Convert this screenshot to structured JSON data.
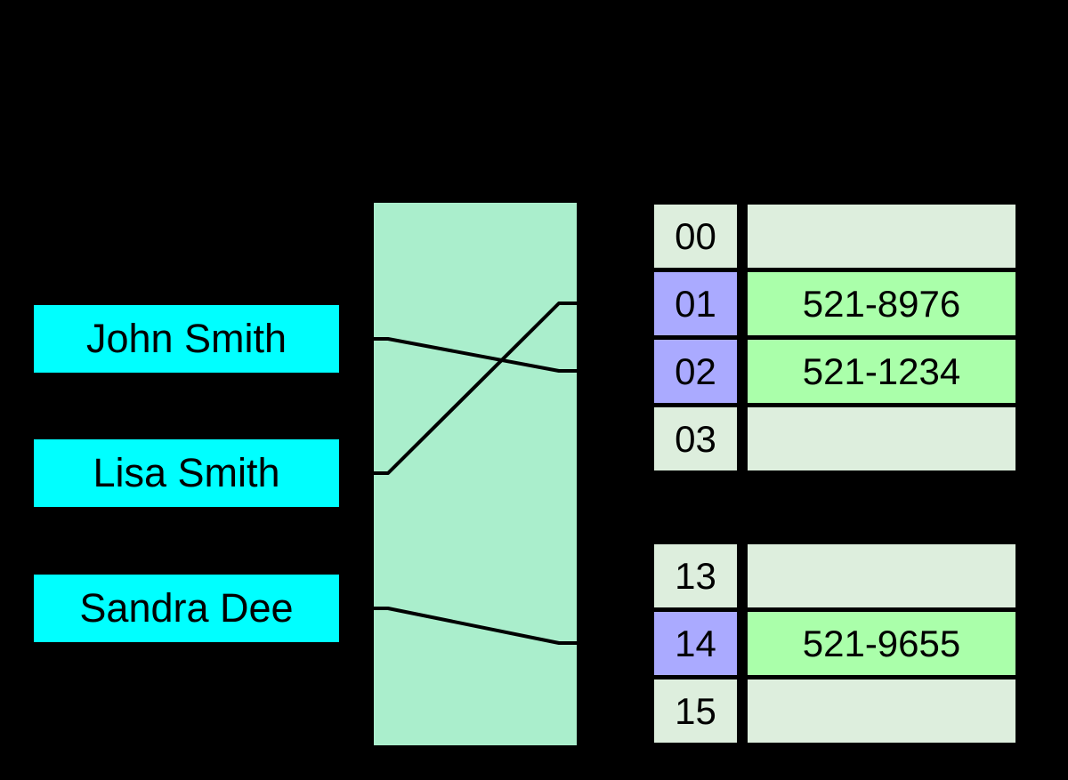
{
  "diagram": {
    "type": "hash-table",
    "keys": [
      {
        "label": "John Smith",
        "maps_to_bucket": "02"
      },
      {
        "label": "Lisa Smith",
        "maps_to_bucket": "01"
      },
      {
        "label": "Sandra Dee",
        "maps_to_bucket": "14"
      }
    ],
    "buckets": {
      "top_group": [
        {
          "index": "00",
          "value": "",
          "filled": false
        },
        {
          "index": "01",
          "value": "521-8976",
          "filled": true
        },
        {
          "index": "02",
          "value": "521-1234",
          "filled": true
        },
        {
          "index": "03",
          "value": "",
          "filled": false
        }
      ],
      "bottom_group": [
        {
          "index": "13",
          "value": "",
          "filled": false
        },
        {
          "index": "14",
          "value": "521-9655",
          "filled": true
        },
        {
          "index": "15",
          "value": "",
          "filled": false
        }
      ]
    },
    "colors": {
      "background": "#000000",
      "key_box": "#00ffff",
      "hash_box": "#aaeecc",
      "bucket_empty": "#ddeedd",
      "bucket_index_highlight": "#aaaaff",
      "bucket_value_filled": "#aaffaa",
      "connector_line": "#000000",
      "text": "#000000"
    }
  }
}
